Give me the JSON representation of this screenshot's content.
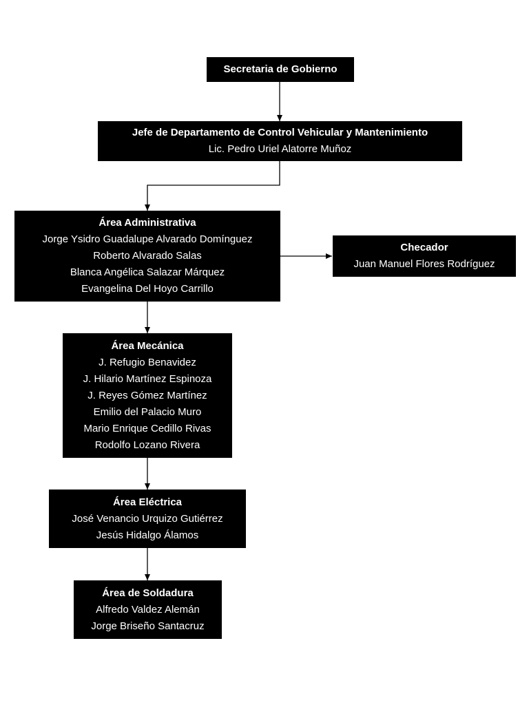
{
  "nodes": [
    {
      "id": "secretaria",
      "title": "Secretaria de Gobierno",
      "people": []
    },
    {
      "id": "jefe",
      "title": "Jefe de Departamento de Control Vehicular y Mantenimiento",
      "people": [
        "Lic. Pedro Uriel Alatorre Muñoz"
      ]
    },
    {
      "id": "administrativa",
      "title": "Área Administrativa",
      "people": [
        "Jorge Ysidro Guadalupe Alvarado Domínguez",
        "Roberto Alvarado Salas",
        "Blanca Angélica Salazar Márquez",
        "Evangelina Del Hoyo Carrillo"
      ]
    },
    {
      "id": "checador",
      "title": "Checador",
      "people": [
        "Juan Manuel Flores Rodríguez"
      ]
    },
    {
      "id": "mecanica",
      "title": "Área Mecánica",
      "people": [
        "J. Refugio Benavidez",
        "J. Hilario Martínez Espinoza",
        "J. Reyes Gómez Martínez",
        "Emilio del Palacio Muro",
        "Mario Enrique Cedillo Rivas",
        "Rodolfo Lozano Rivera"
      ]
    },
    {
      "id": "electrica",
      "title": "Área Eléctrica",
      "people": [
        "José Venancio Urquizo Gutiérrez",
        "Jesús Hidalgo Álamos"
      ]
    },
    {
      "id": "soldadura",
      "title": "Área de Soldadura",
      "people": [
        "Alfredo Valdez Alemán",
        "Jorge Briseño Santacruz"
      ]
    }
  ],
  "edges": [
    {
      "from": "secretaria",
      "to": "jefe"
    },
    {
      "from": "jefe",
      "to": "administrativa"
    },
    {
      "from": "administrativa",
      "to": "checador"
    },
    {
      "from": "administrativa",
      "to": "mecanica"
    },
    {
      "from": "mecanica",
      "to": "electrica"
    },
    {
      "from": "electrica",
      "to": "soldadura"
    }
  ]
}
